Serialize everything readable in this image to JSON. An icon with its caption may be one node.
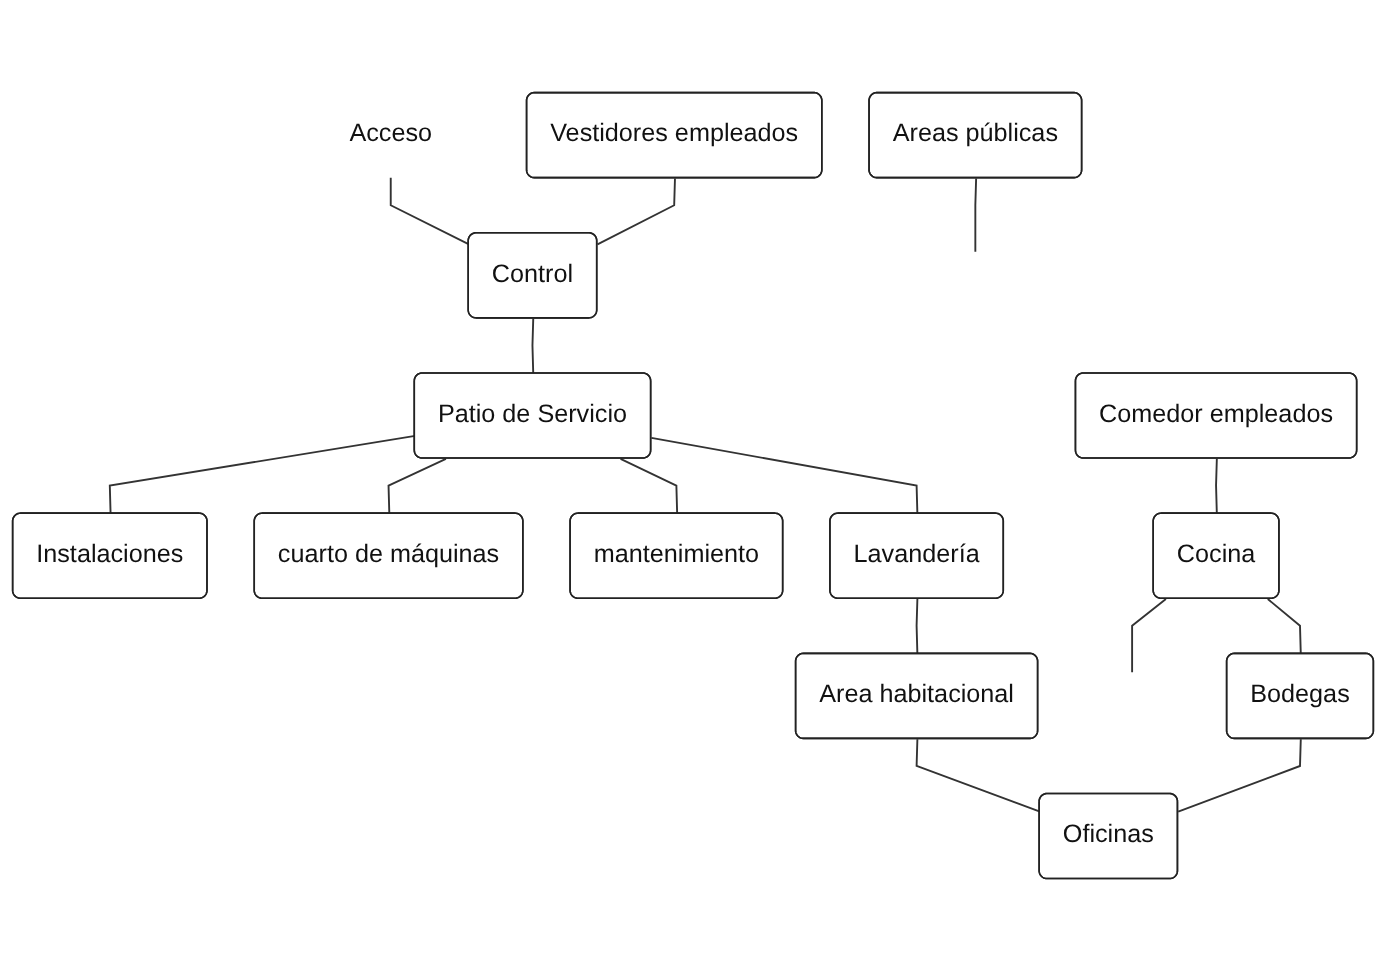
{
  "diagram": {
    "nodes": [
      {
        "text": [
          "Acceso"
        ]
      },
      {
        "text": [
          "Vestidores empleados"
        ]
      },
      {
        "text": [
          "Control"
        ]
      },
      {
        "text": [
          "Areas públicas"
        ]
      },
      {
        "text": [
          "Instalaciones"
        ]
      },
      {
        "text": [
          "Patio de Servicio"
        ]
      },
      {
        "text": [
          "Comedor empleados"
        ]
      },
      {
        "text": [
          "cuarto de máquinas"
        ]
      },
      {
        "text": [
          "Cocina"
        ]
      },
      {
        "text": [
          "mantenimiento"
        ]
      },
      {
        "text": [
          "Bodegas"
        ]
      },
      {
        "text": [
          "Lavandería"
        ]
      },
      {
        "text": [
          "Area habitacional"
        ]
      },
      {
        "text": [
          "Oficinas"
        ]
      }
    ],
    "edges": [
      {
        "from": 0,
        "to": 2,
        "arrow": "none"
      },
      {
        "from": 1,
        "to": 2,
        "arrow": "none"
      },
      {
        "from": 3,
        "to": null,
        "arrow": "none"
      },
      {
        "from": 2,
        "to": 5,
        "arrow": "none"
      },
      {
        "from": 5,
        "to": 4,
        "arrow": "none"
      },
      {
        "from": 5,
        "to": 7,
        "arrow": "none"
      },
      {
        "from": 5,
        "to": 9,
        "arrow": "none"
      },
      {
        "from": 6,
        "to": 8,
        "arrow": "none"
      },
      {
        "from": 8,
        "to": null,
        "arrow": "none"
      },
      {
        "from": 8,
        "to": 10,
        "arrow": "none"
      },
      {
        "from": 10,
        "to": 13,
        "arrow": "none"
      },
      {
        "from": 5,
        "to": 11,
        "arrow": "none"
      },
      {
        "from": 11,
        "to": 12,
        "arrow": "none"
      },
      {
        "from": 12,
        "to": 13,
        "arrow": "none"
      }
    ]
  }
}
